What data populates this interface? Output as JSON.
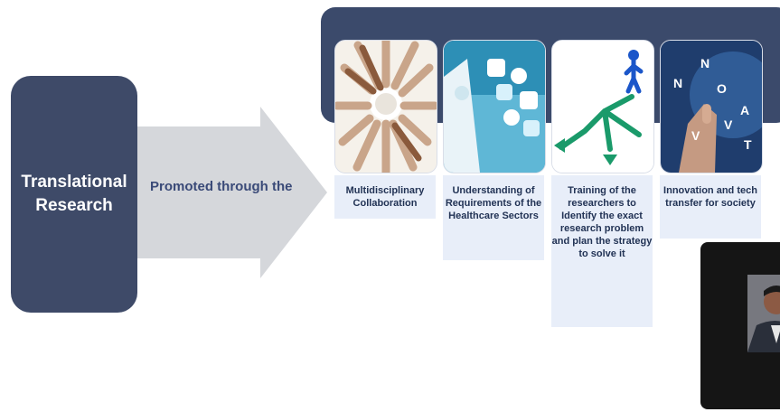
{
  "main": {
    "title_line1": "Translational",
    "title_line2": "Research",
    "connector_label": "Promoted through the"
  },
  "cards": [
    {
      "label": "Multidisciplinary Collaboration",
      "image_icon": "puzzle-hands-icon"
    },
    {
      "label": "Understanding of Requirements of the Healthcare Sectors",
      "image_icon": "medical-interface-icon"
    },
    {
      "label": "Training of the researchers to Identify the exact research problem and plan the strategy to solve it",
      "image_icon": "pathway-choice-icon"
    },
    {
      "label": "Innovation and tech transfer for society",
      "image_icon": "innovation-letters-icon"
    }
  ],
  "colors": {
    "navy": "#3e4a68",
    "banner": "#3b4a6b",
    "arrow_gray": "#d5d7db",
    "card_text_bg": "#e8eef9",
    "label_blue": "#3a4a78"
  }
}
